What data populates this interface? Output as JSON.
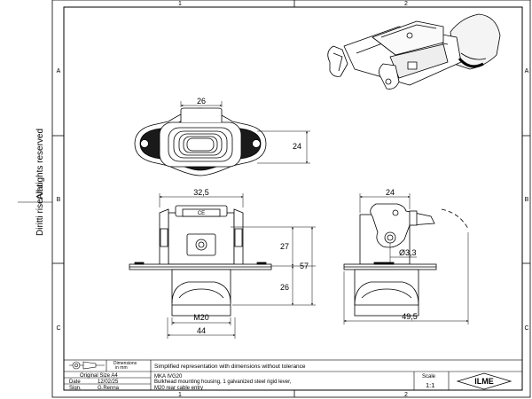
{
  "sheet": {
    "columns": [
      "1",
      "2"
    ],
    "rows": [
      "A",
      "B",
      "C"
    ]
  },
  "side_text": {
    "rights": "All rights reserved",
    "rights_it": "Diritti riservati"
  },
  "dimensions": {
    "top_width": "26",
    "top_height": "24",
    "front_width_upper": "32,5",
    "front_height_upper": "27",
    "front_height_lower": "26",
    "front_total_height": "57",
    "front_thread": "M20",
    "front_width_lower": "44",
    "side_width_upper": "24",
    "side_hole": "Ø3,3",
    "side_width_lower": "49,5"
  },
  "title_block": {
    "dimensions_label": "Dimensions",
    "dimensions_unit": "in mm",
    "original_size": "Original Size A4",
    "date_label": "Date",
    "date_value": "12/02/25",
    "sign_label": "Sign.",
    "sign_value": "G.Renna",
    "note": "Simplified representation with dimensions without tolerance",
    "code": "MKA IVG20",
    "description_line1": "Bulkhead mounting housing, 1 galvanized steel rigid lever,",
    "description_line2": "M20 rear cable entry",
    "scale_label": "Scale",
    "scale_value": "1:1",
    "logo": "ILME"
  }
}
